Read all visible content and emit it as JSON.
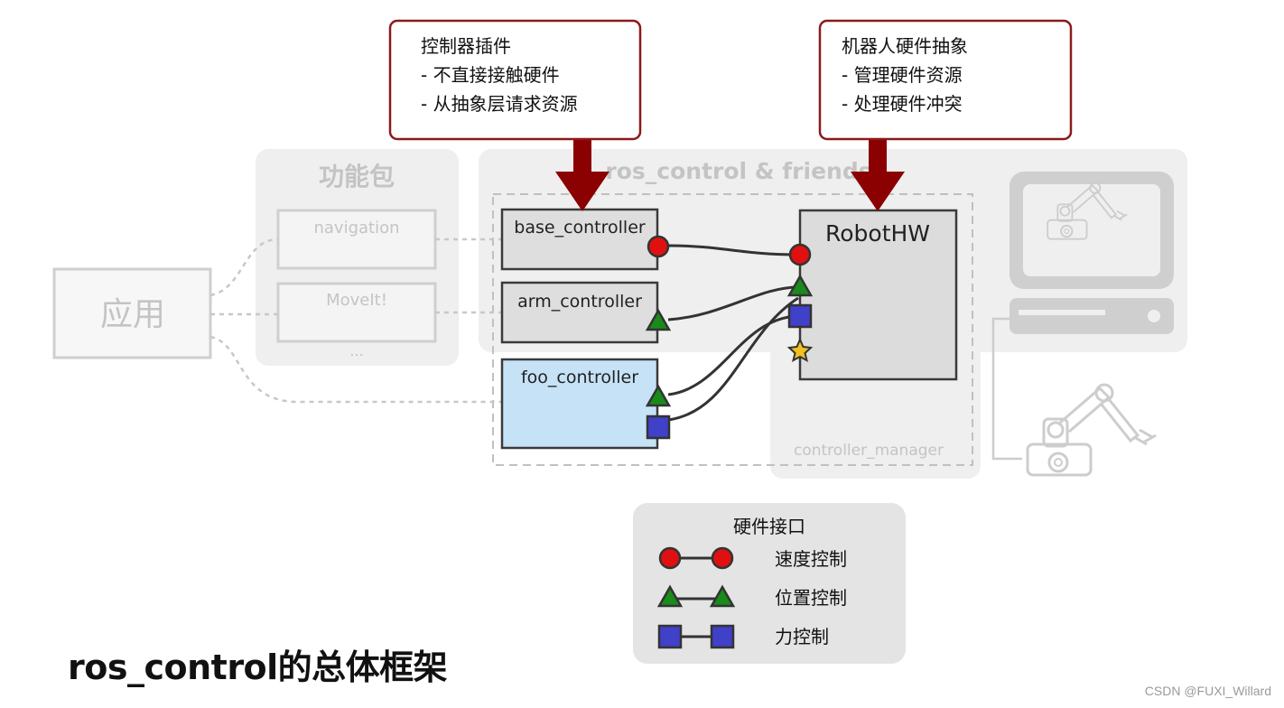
{
  "callouts": {
    "controller_plugin": {
      "title": "控制器插件",
      "lines": [
        "- 不直接接触硬件",
        "- 从抽象层请求资源"
      ]
    },
    "hw_abstraction": {
      "title": "机器人硬件抽象",
      "lines": [
        "- 管理硬件资源",
        "- 处理硬件冲突"
      ]
    }
  },
  "groups": {
    "packages": "功能包",
    "ros_control": "ros_control & friends",
    "controller_manager": "controller_manager"
  },
  "application": "应用",
  "packages": [
    "navigation",
    "MoveIt!",
    "..."
  ],
  "controllers": [
    "base_controller",
    "arm_controller",
    "foo_controller"
  ],
  "robot_hw": "RobotHW",
  "legend": {
    "title": "硬件接口",
    "items": [
      "速度控制",
      "位置控制",
      "力控制"
    ]
  },
  "page_title": "ros_control的总体框架",
  "watermark": "CSDN @FUXI_Willard",
  "colors": {
    "callout_border": "#8b1a1a",
    "arrow": "#8b0000",
    "group_bg": "#efefef",
    "controller_bg": "#dedede",
    "foo_controller_bg": "#c6e2f7",
    "velocity_iface": "#e01010",
    "position_iface": "#1a8a1a",
    "effort_iface": "#4040c8",
    "extra_iface": "#f0c020",
    "faded": "#c8c8c8"
  }
}
